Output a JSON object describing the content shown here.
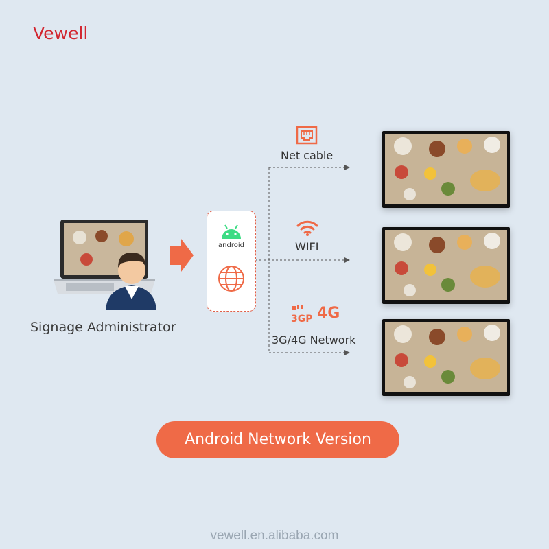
{
  "brand": "Vewell",
  "admin": {
    "label": "Signage Administrator"
  },
  "device": {
    "android_label": "android",
    "icons": [
      "android-icon",
      "globe-icon"
    ]
  },
  "connections": [
    {
      "label": "Net cable",
      "icon": "ethernet-port-icon"
    },
    {
      "label": "WIFI",
      "icon": "wifi-icon"
    },
    {
      "label": "3G/4G Network",
      "icon": "cellular-3gp-4g-icon",
      "badge_3gp": "3GP",
      "badge_4g": "4G"
    }
  ],
  "screens": [
    "display-screen",
    "display-screen",
    "display-screen"
  ],
  "version_label": "Android Network Version",
  "footer": "vewell.en.alibaba.com",
  "colors": {
    "accent": "#ef6a47",
    "brand": "#d22630",
    "background": "#dfe8f1"
  }
}
